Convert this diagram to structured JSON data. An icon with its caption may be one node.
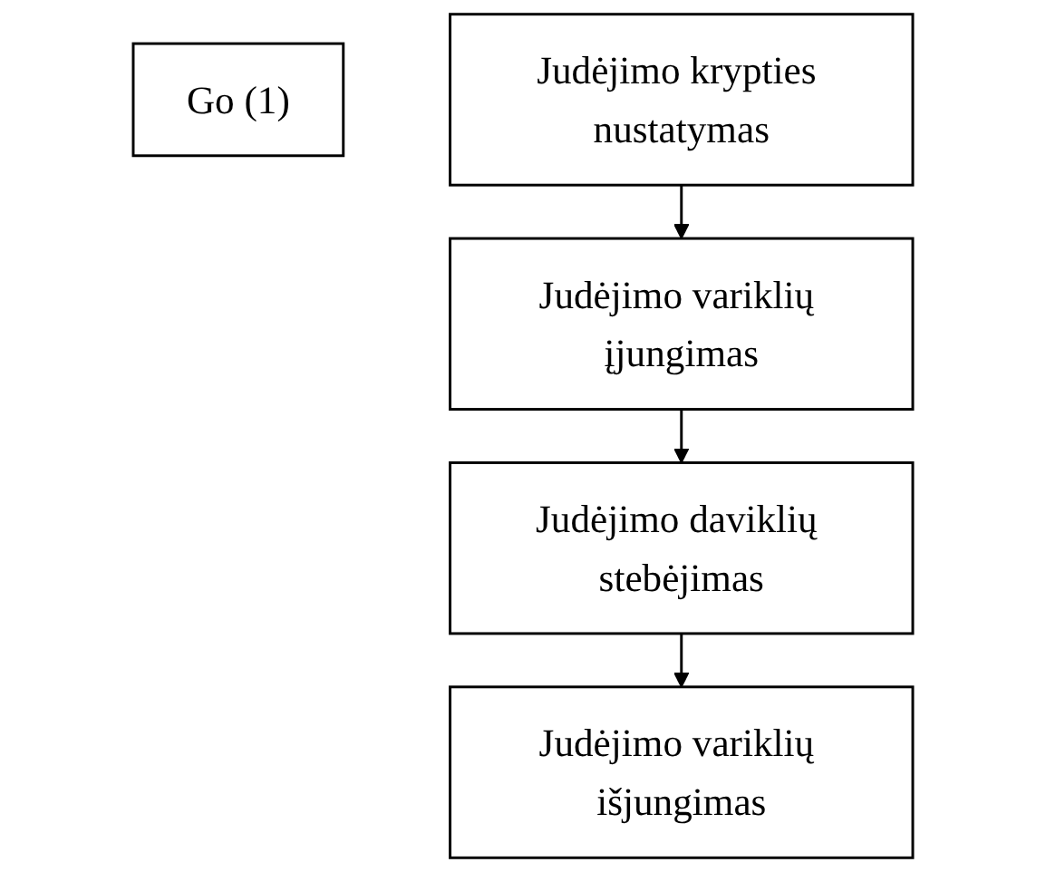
{
  "diagram": {
    "nodes": [
      {
        "text": [
          "Go (1)"
        ]
      },
      {
        "text": [
          "Judėjimo krypties nustatymas"
        ]
      },
      {
        "text": [
          "Judėjimo variklių įjungimas"
        ]
      },
      {
        "text": [
          "Judėjimo daviklių stebėjimas"
        ]
      },
      {
        "text": [
          "Judėjimo variklių išjungimas"
        ]
      }
    ],
    "edges": [
      {
        "from": 1,
        "to": 2,
        "arrow": "to"
      },
      {
        "from": 2,
        "to": 3,
        "arrow": "to"
      },
      {
        "from": 3,
        "to": 4,
        "arrow": "to"
      }
    ]
  }
}
